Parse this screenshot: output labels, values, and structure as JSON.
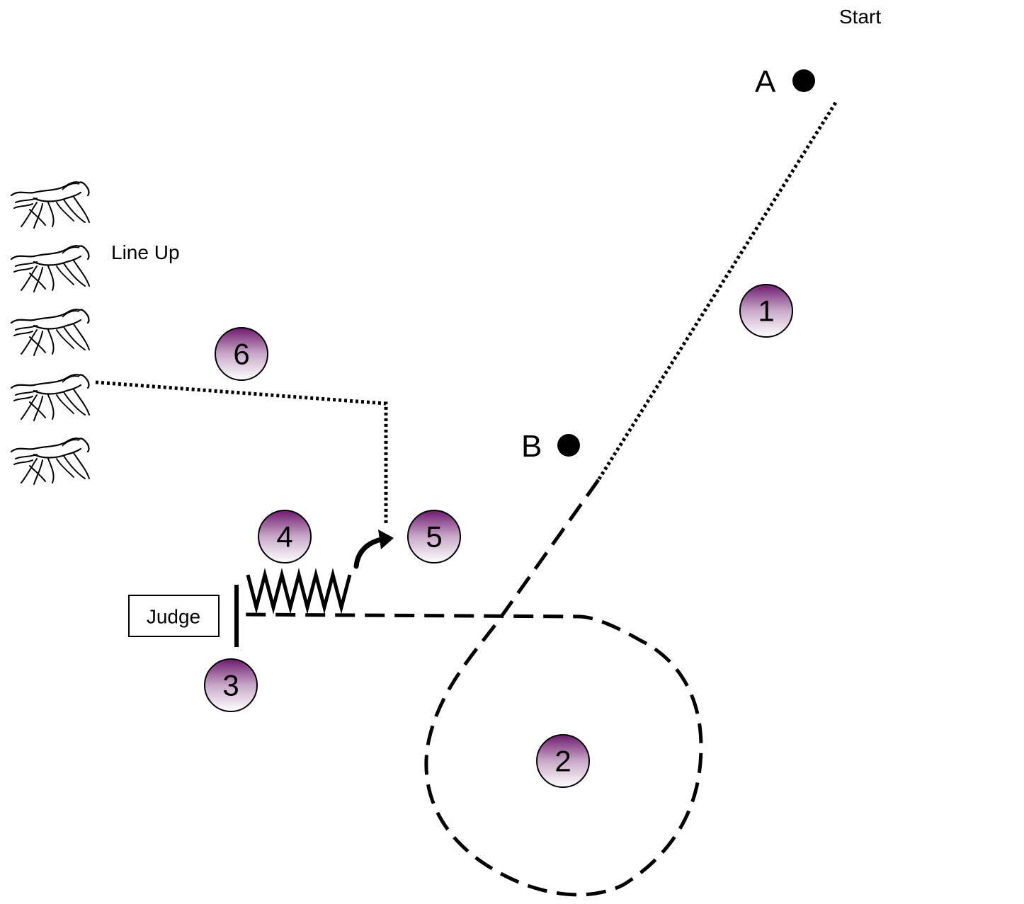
{
  "labels": {
    "start": "Start",
    "line_up": "Line Up",
    "judge": "Judge",
    "marker_a": "A",
    "marker_b": "B"
  },
  "steps": [
    "1",
    "2",
    "3",
    "4",
    "5",
    "6"
  ],
  "horse_count": 5,
  "colors": {
    "badge_gradient_top": "#6e1a6e",
    "badge_gradient_bottom": "#ffffff",
    "line": "#000000"
  },
  "icons": [
    "horse-icon",
    "marker-dot",
    "curved-arrow-icon",
    "zigzag-backup-path"
  ]
}
